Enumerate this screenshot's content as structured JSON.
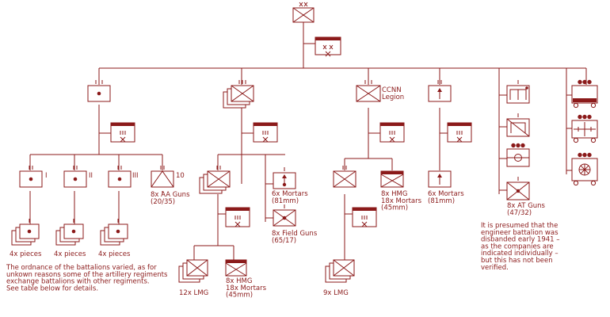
{
  "colors": {
    "ink": "#8b1a1a",
    "background": "#ffffff"
  },
  "labels": {
    "legion": [
      "CCNN",
      "Legion"
    ],
    "art_bn_1": "I",
    "art_bn_2": "II",
    "art_bn_3": "III",
    "aa_bn": "10",
    "aa_guns": [
      "8x AA Guns",
      "(20/35)"
    ],
    "art_pieces_1": "4x pieces",
    "art_pieces_2": "4x pieces",
    "art_pieces_3": "4x pieces",
    "mortars_inf": [
      "6x Mortars",
      "(81mm)"
    ],
    "field_guns": [
      "8x Field Guns",
      "(65/17)"
    ],
    "lmg_inf": "12x LMG",
    "hmg_inf": [
      "8x HMG",
      "18x Mortars",
      "(45mm)"
    ],
    "hmg_legion": [
      "8x HMG",
      "18x Mortars",
      "(45mm)"
    ],
    "lmg_legion": "9x LMG",
    "mortars_eng": [
      "6x Mortars",
      "(81mm)"
    ],
    "at_guns": [
      "8x AT Guns",
      "(47/32)"
    ]
  },
  "notes": {
    "artillery": [
      "The ordnance of the battalions varied, as for",
      "unkown reasons some of the artillery regiments",
      "exchange battalions with other regiments.",
      "See table below for details."
    ],
    "engineer": [
      "It is presumed that the",
      "engineer battalion was",
      "disbanded early 1941 –",
      "as the companies are",
      "indicated individually –",
      "but this has not been",
      "verified."
    ]
  }
}
